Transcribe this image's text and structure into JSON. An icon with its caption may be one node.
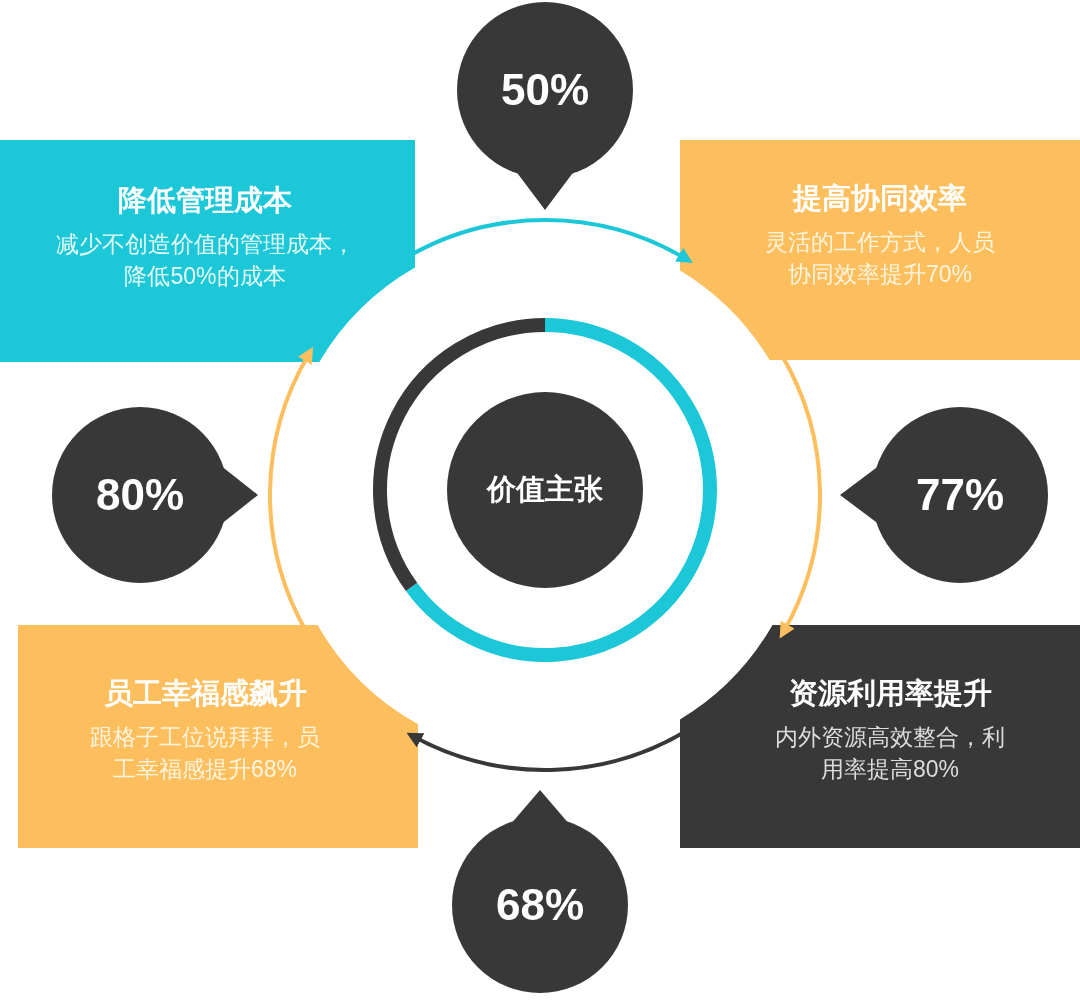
{
  "diagram": {
    "nodes": [
      {
        "text": [
          "50%"
        ]
      },
      {
        "text": [
          "降低管理成本",
          "减少不创造价值的管理成本，降低50%的成本"
        ]
      },
      {
        "text": [
          "提高协同效率",
          "灵活的工作方式，人员协同效率提升70%"
        ]
      },
      {
        "text": [
          "80%"
        ]
      },
      {
        "text": [
          "价值主张"
        ]
      },
      {
        "text": [
          "77%"
        ]
      },
      {
        "text": [
          "员工幸福感飙升",
          "跟格子工位说拜拜，员工幸福感提升68%"
        ]
      },
      {
        "text": [
          "资源利用率提升",
          "内外资源高效整合，利用率提高80%"
        ]
      },
      {
        "text": [
          "68%"
        ]
      }
    ],
    "edges": [
      {
        "from": 1,
        "to": 2,
        "arrow": "to",
        "color": "#1cc7d8"
      },
      {
        "from": 2,
        "to": 7,
        "arrow": "to"
      },
      {
        "from": 7,
        "to": 6,
        "arrow": "to",
        "color": "#383838"
      },
      {
        "from": 6,
        "to": 1,
        "arrow": "to"
      }
    ]
  }
}
